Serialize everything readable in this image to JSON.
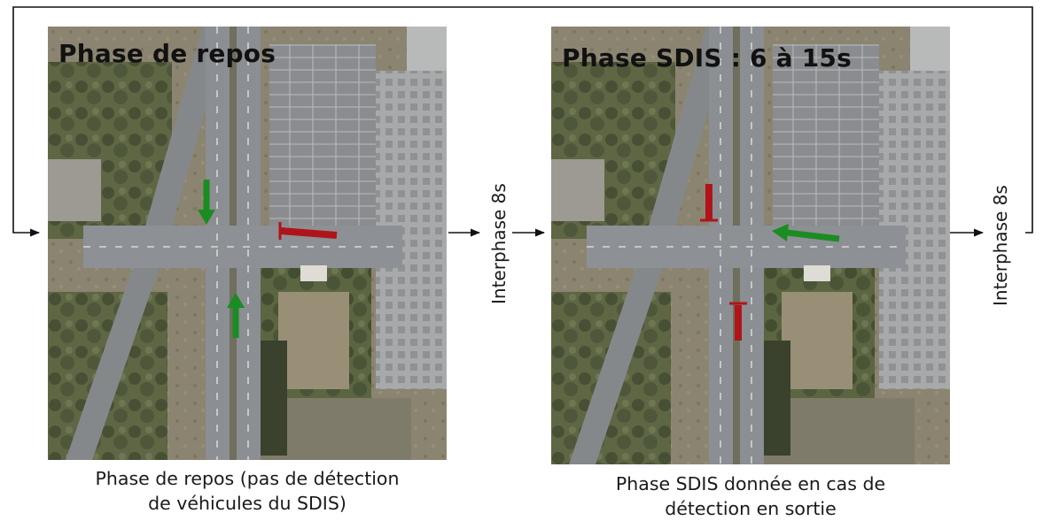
{
  "panels": [
    {
      "title": "Phase de repos",
      "caption_line1": "Phase de repos (pas de détection",
      "caption_line2": "de véhicules du SDIS)",
      "signals": [
        "green",
        "green",
        "red"
      ]
    },
    {
      "title": "Phase SDIS : 6 à 15s",
      "caption_line1": "Phase SDIS donnée en cas de",
      "caption_line2": "détection en sortie",
      "signals": [
        "red",
        "red",
        "green"
      ]
    }
  ],
  "interphases": [
    "Interphase 8s",
    "Interphase 8s"
  ],
  "colors": {
    "green_signal": "#1b8c22",
    "red_signal": "#b0141b",
    "arrow": "#111111"
  },
  "icons": [
    "arrow-right-icon",
    "signal-arrow-icon"
  ]
}
